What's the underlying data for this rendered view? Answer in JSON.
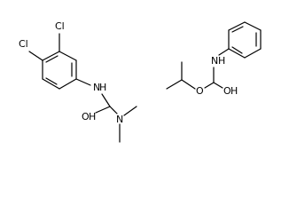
{
  "figure": {
    "background": "#ffffff",
    "line_color": "#000000",
    "molecules": [
      {
        "name": "dichlorophenyl-dimethylurea",
        "atom_labels": {
          "cl_top": "Cl",
          "cl_left": "Cl",
          "nh": "N",
          "nh_h": "H",
          "carbonyl_o": "O",
          "carbonyl_o_h": "H",
          "n_dimethyl": "N"
        }
      },
      {
        "name": "isopropyl-phenylcarbamate",
        "atom_labels": {
          "nh": "N",
          "nh_h": "H",
          "ester_o": "O",
          "carbonyl_o": "O",
          "carbonyl_o_h": "H"
        }
      }
    ]
  }
}
